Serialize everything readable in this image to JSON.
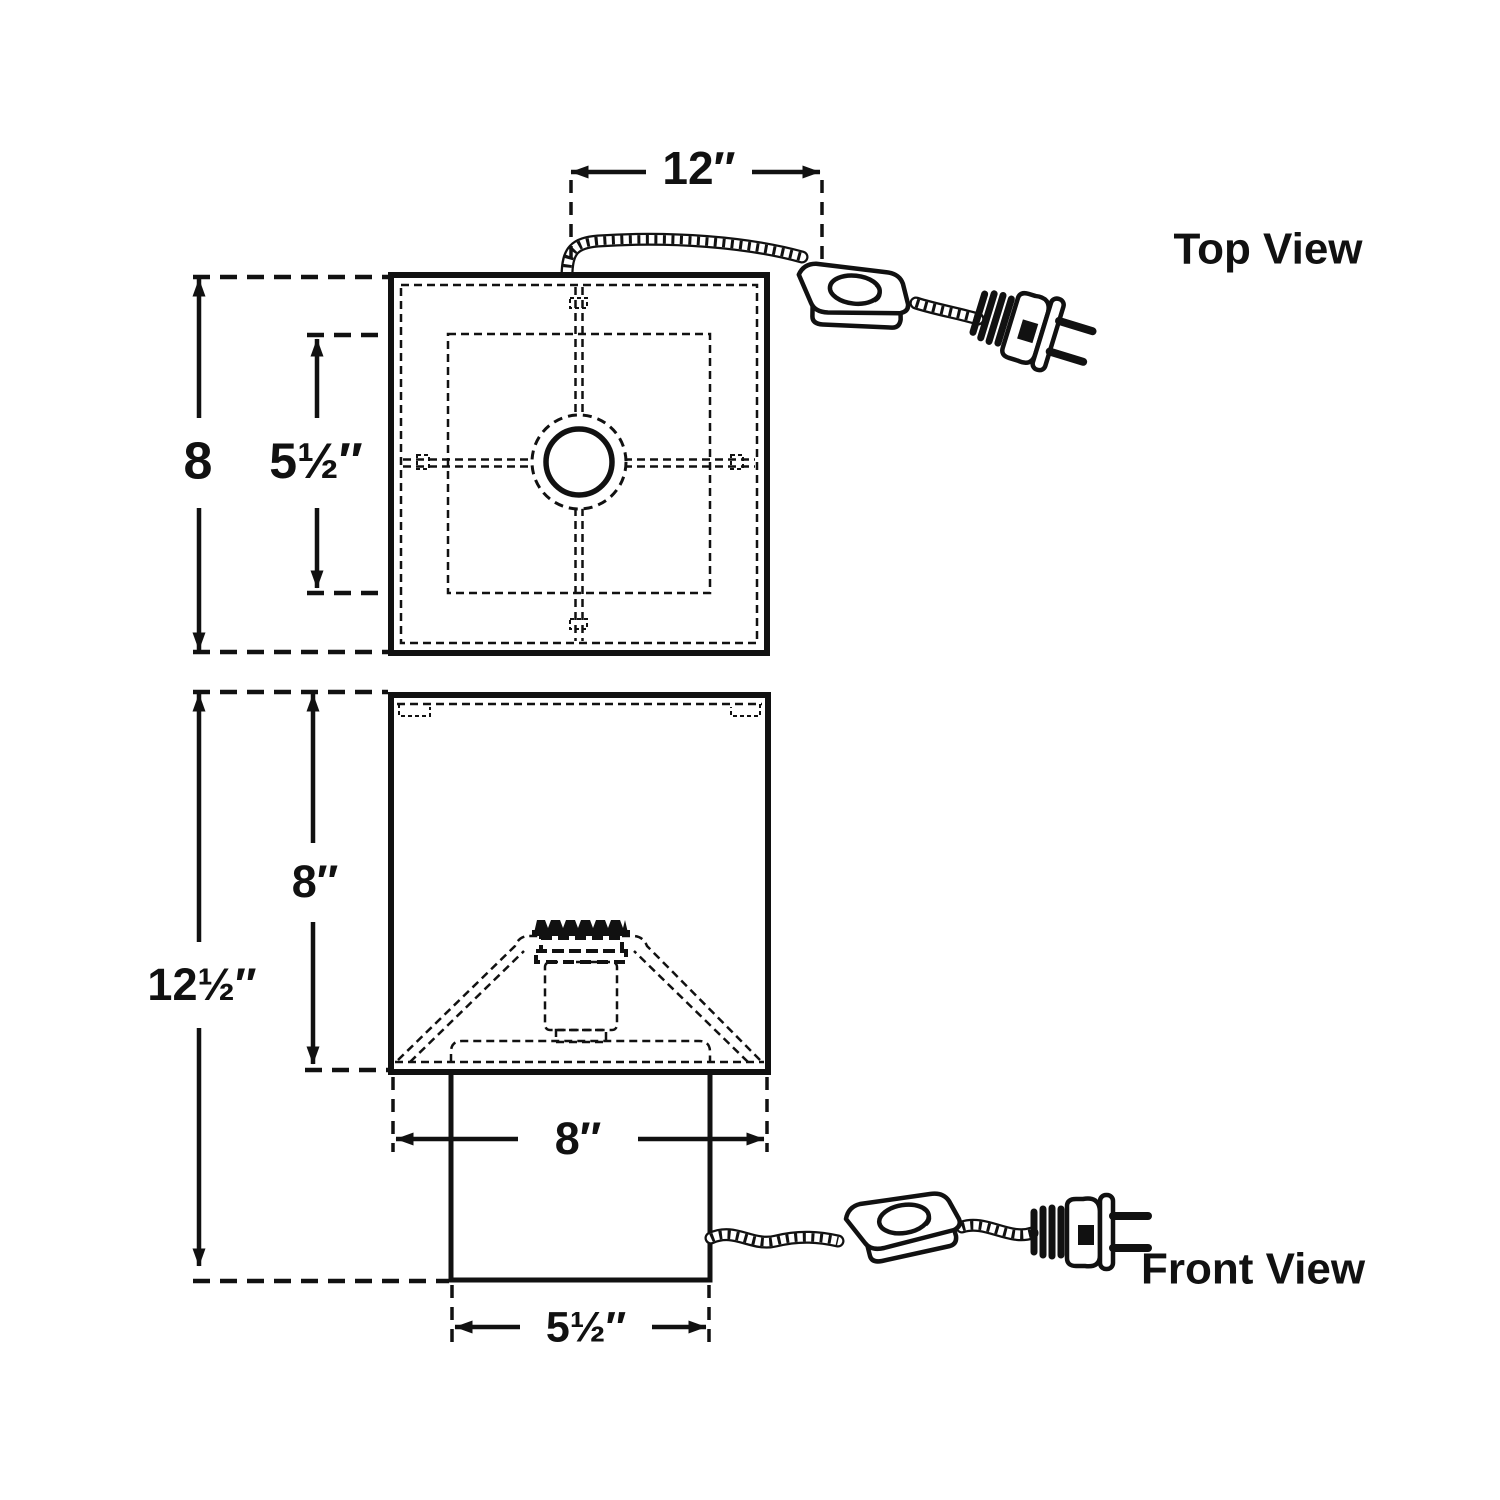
{
  "page": {
    "background": "#ffffff",
    "ink_color": "#111111",
    "description": "Lamp dimension drawing, top and front views"
  },
  "top_view": {
    "title": "Top View",
    "dim_cord": "12″",
    "dim_height": "8",
    "dim_inner": "5½″"
  },
  "front_view": {
    "title": "Front View",
    "dim_total": "12½″",
    "dim_shade_h": "8″",
    "dim_shade_w": "8″",
    "dim_base": "5½″"
  },
  "icons": {
    "switch": "inline-rocker-switch-icon",
    "plug": "two-prong-plug-icon",
    "cord": "braided-cord"
  }
}
